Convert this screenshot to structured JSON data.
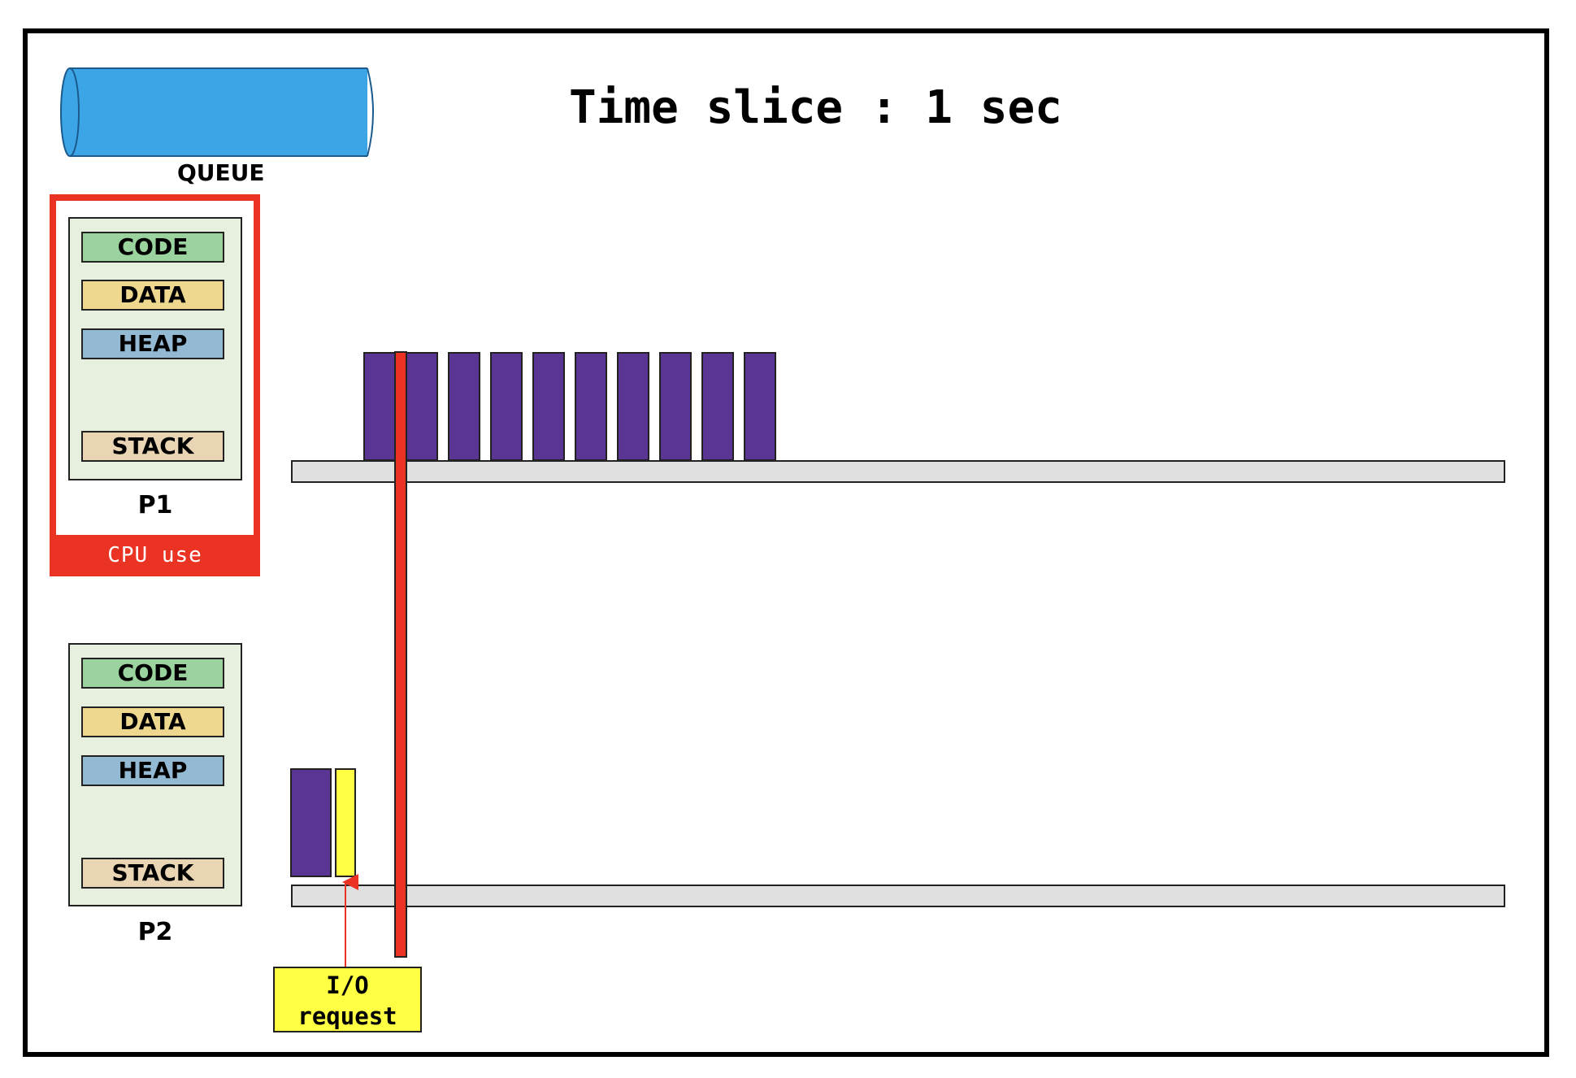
{
  "title": "Time slice : 1 sec",
  "queue": {
    "label": "QUEUE",
    "color": "#3ca5e6"
  },
  "cpu": {
    "label": "CPU use",
    "color": "#ea3323"
  },
  "processes": [
    {
      "label": "P1",
      "segments": [
        "CODE",
        "DATA",
        "HEAP",
        "STACK"
      ],
      "bursts": 10
    },
    {
      "label": "P2",
      "segments": [
        "CODE",
        "DATA",
        "HEAP",
        "STACK"
      ],
      "bursts": 1,
      "io_blocks": 1
    }
  ],
  "io_request": {
    "line1": "I/O",
    "line2": "request"
  },
  "colors": {
    "burst": "#5b3593",
    "io_block": "#ffff44",
    "timeline": "#e0e0e0",
    "code": "#9bd39f",
    "data": "#eed78e",
    "heap": "#94b9d2",
    "stack": "#e9d4b4",
    "process_bg": "#e7efde"
  }
}
